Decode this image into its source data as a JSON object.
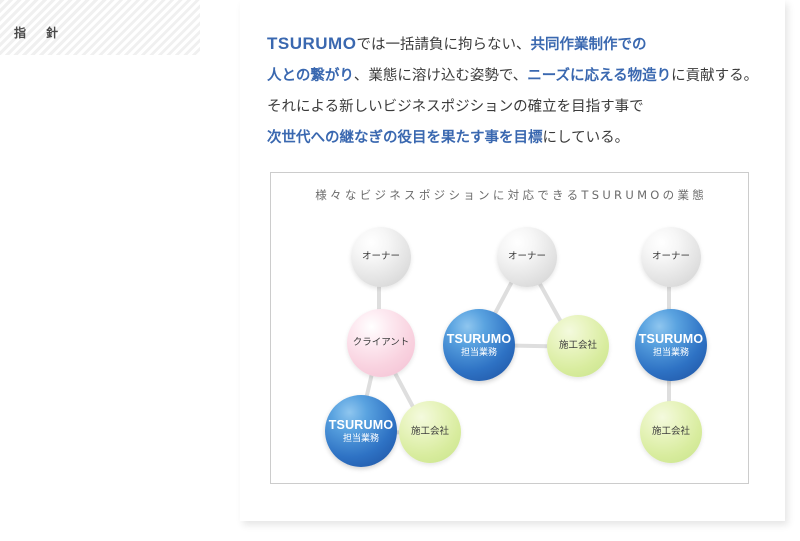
{
  "rail": {
    "title": "指　針"
  },
  "lead": {
    "line1_brand": "TSURUMO",
    "line1_a": "では一括請負に拘らない、",
    "line1_em": "共同作業制作での",
    "line2_em1": "人との繋がり",
    "line2_a": "、業態に溶け込む姿勢で、",
    "line2_em2": "ニーズに応える物造り",
    "line2_b": "に貢献する。",
    "line3": "それによる新しいビジネスポジションの確立を目指す事で",
    "line4_em": "次世代への継なぎの役目を果たす事を目標",
    "line4_a": "にしている。"
  },
  "diagram": {
    "title": "様々なビジネスポジションに対応できるTSURUMOの業態",
    "nodes": {
      "owner": "オーナー",
      "client": "クライアント",
      "tsurumo_brand": "TSURUMO",
      "tsurumo_sub": "担当業務",
      "builder": "施工会社"
    }
  },
  "colors": {
    "accent_blue": "#3a68b0",
    "node_blue": "#2e72c4",
    "node_green": "#d8ec9e",
    "node_pink": "#f9d3e0",
    "node_gray": "#e4e4e4",
    "link_gray": "#dedede",
    "panel_border": "#cccccc"
  }
}
